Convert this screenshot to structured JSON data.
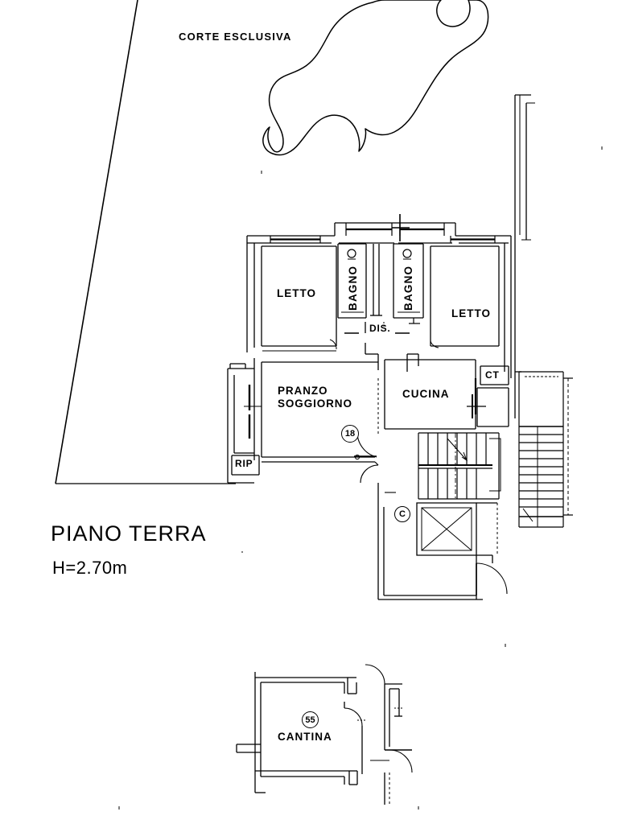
{
  "document": {
    "type": "architectural-floor-plan",
    "language": "it",
    "background_color": "#ffffff",
    "line_color": "#000000"
  },
  "annotations": {
    "courtyard_label": "CORTE ESCLUSIVA",
    "floor_caption": "PIANO TERRA",
    "height_caption": "H=2.70m"
  },
  "rooms": [
    {
      "key": "letto_left",
      "label": "LETTO"
    },
    {
      "key": "bagno_left",
      "label": "BAGNO"
    },
    {
      "key": "bagno_right",
      "label": "BAGNO"
    },
    {
      "key": "letto_right",
      "label": "LETTO"
    },
    {
      "key": "dis",
      "label": "DIS."
    },
    {
      "key": "pranzo",
      "label": "PRANZO"
    },
    {
      "key": "soggiorno",
      "label": "SOGGIORNO"
    },
    {
      "key": "cucina",
      "label": "CUCINA"
    },
    {
      "key": "ct",
      "label": "CT"
    },
    {
      "key": "rip",
      "label": "RIP"
    },
    {
      "key": "cantina",
      "label": "CANTINA"
    }
  ],
  "markers": [
    {
      "key": "unit_number",
      "value": "18"
    },
    {
      "key": "common_area",
      "value": "C"
    },
    {
      "key": "cantina_number",
      "value": "55"
    }
  ]
}
